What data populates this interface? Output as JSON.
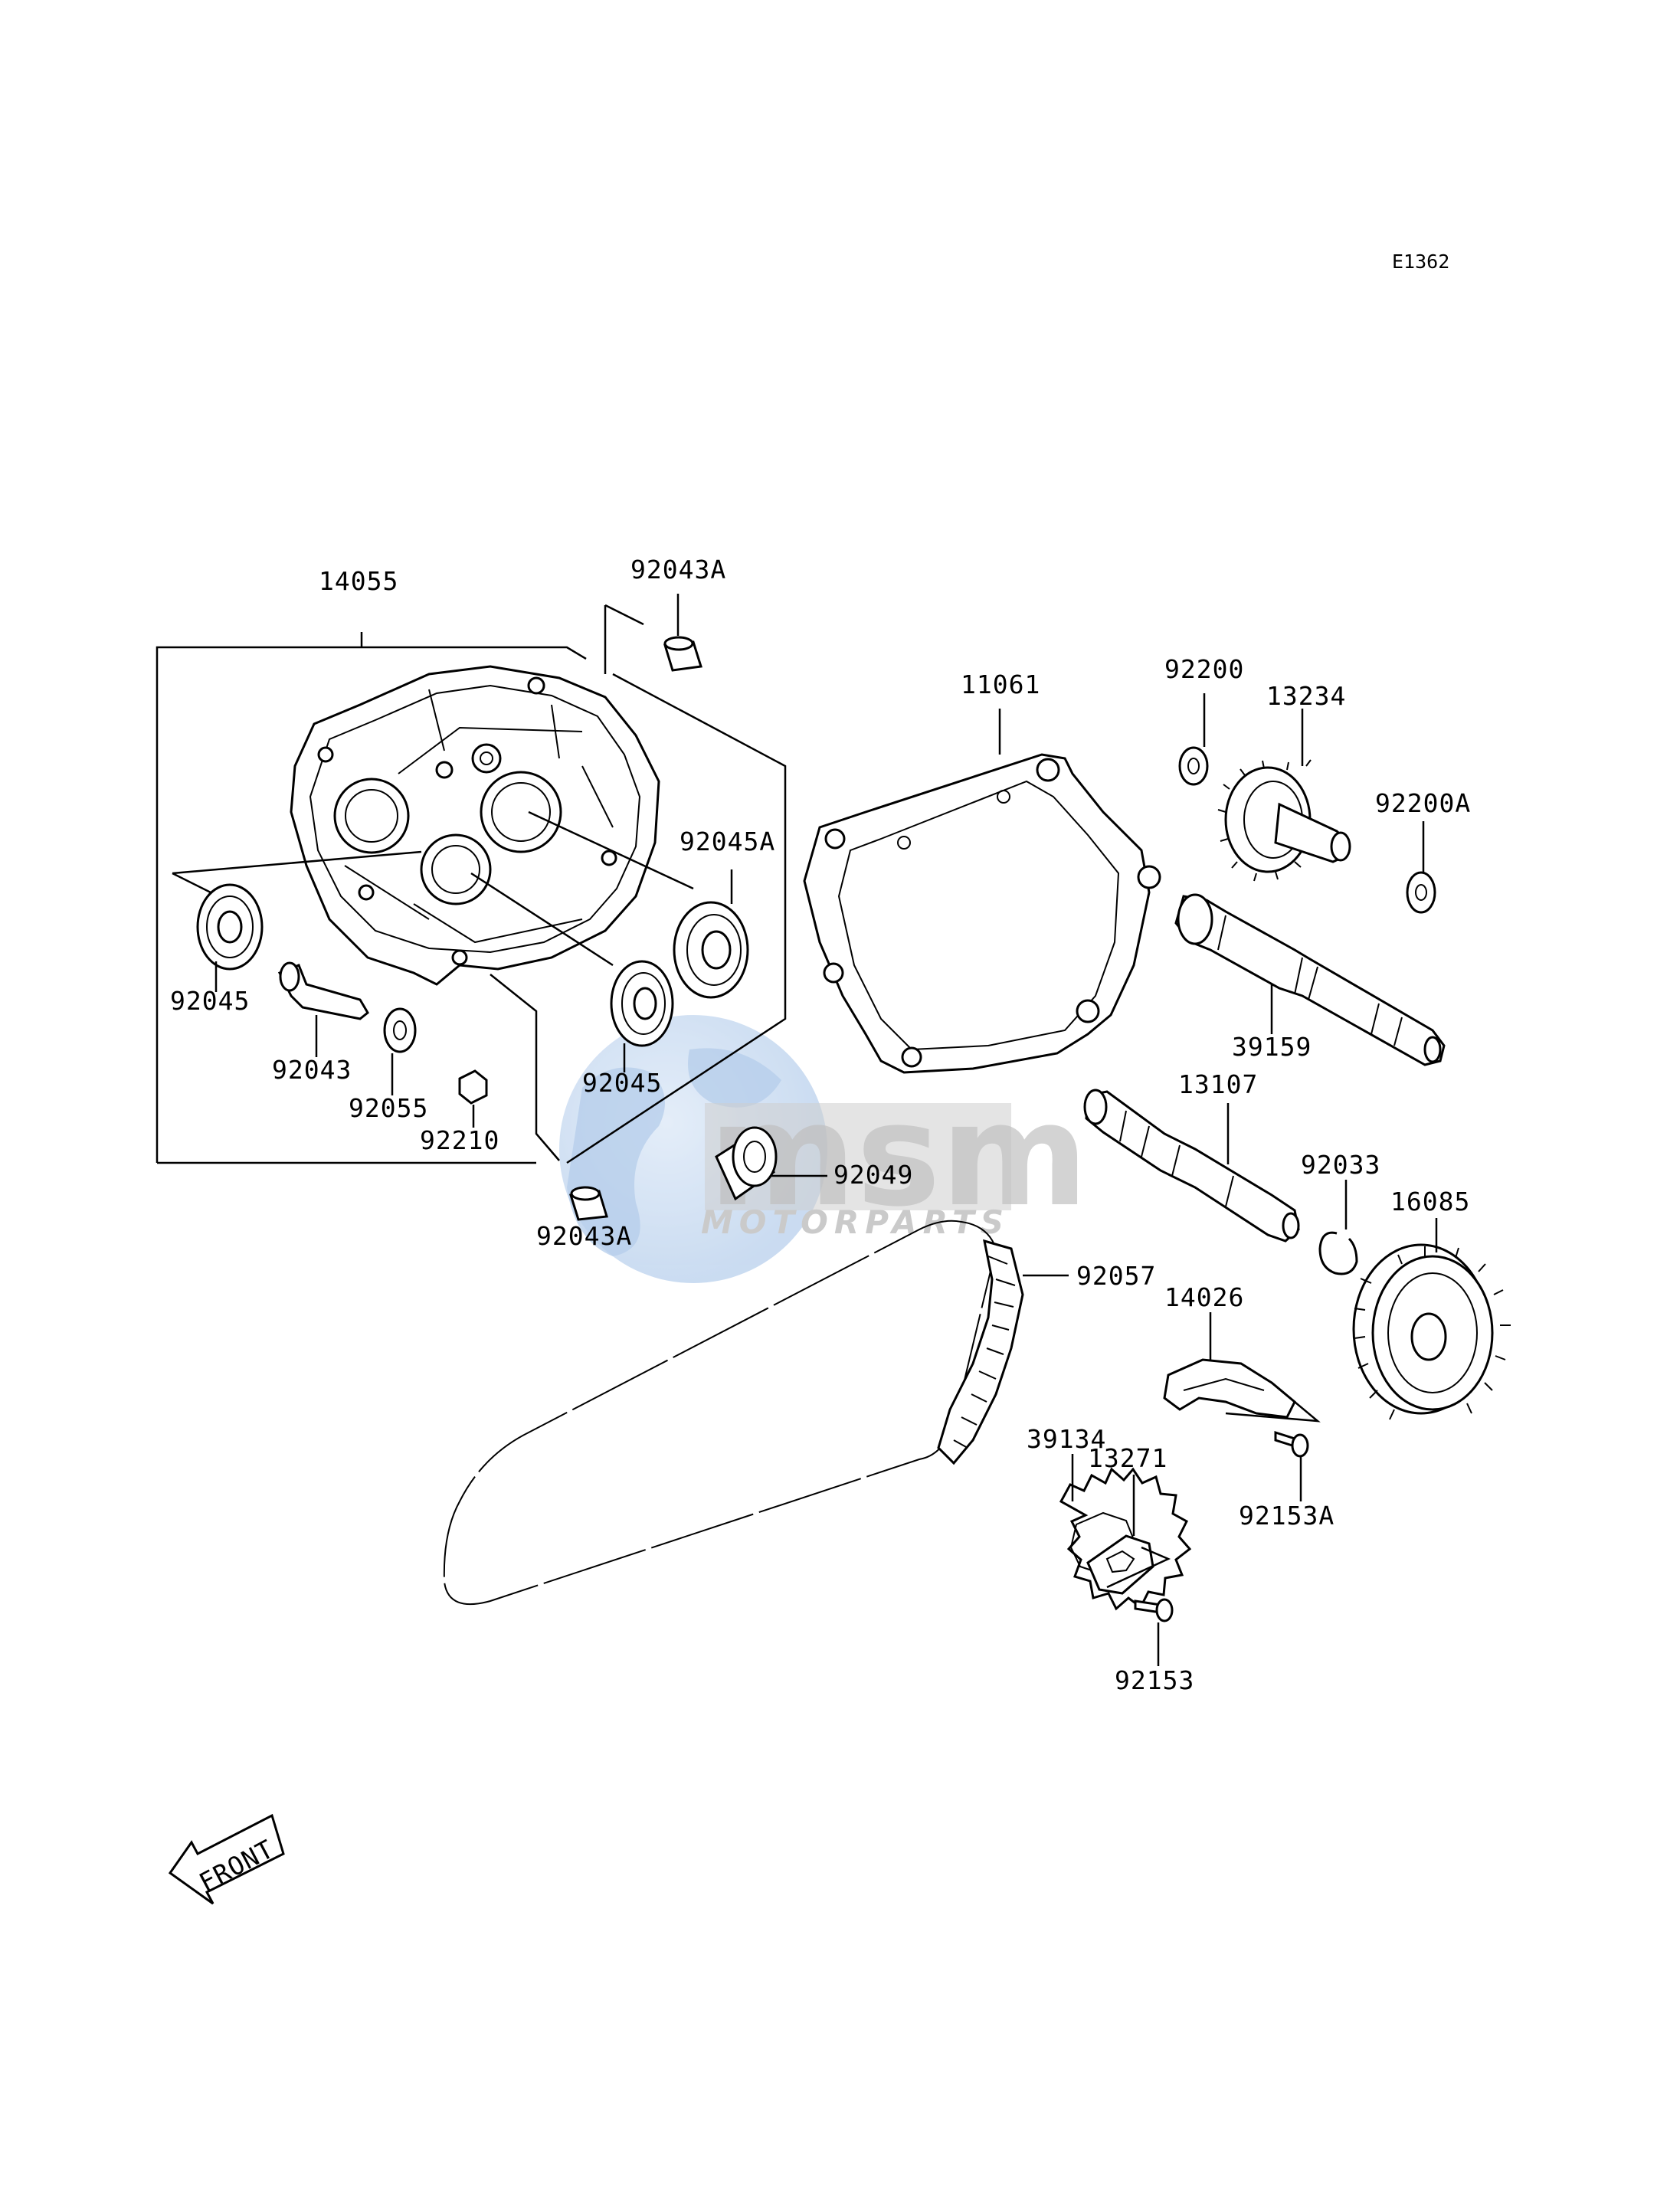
{
  "diagram": {
    "code": "E1362",
    "front_marker": "FRONT",
    "watermark": {
      "brand": "msm",
      "subtitle": "MOTORPARTS"
    },
    "callouts": [
      {
        "id": "14055",
        "text": "14055"
      },
      {
        "id": "92043A-top",
        "text": "92043A"
      },
      {
        "id": "11061",
        "text": "11061"
      },
      {
        "id": "92200",
        "text": "92200"
      },
      {
        "id": "13234",
        "text": "13234"
      },
      {
        "id": "92200A",
        "text": "92200A"
      },
      {
        "id": "92045A",
        "text": "92045A"
      },
      {
        "id": "92045-left",
        "text": "92045"
      },
      {
        "id": "92043",
        "text": "92043"
      },
      {
        "id": "92055",
        "text": "92055"
      },
      {
        "id": "92210",
        "text": "92210"
      },
      {
        "id": "92045-mid",
        "text": "92045"
      },
      {
        "id": "39159",
        "text": "39159"
      },
      {
        "id": "13107",
        "text": "13107"
      },
      {
        "id": "92033",
        "text": "92033"
      },
      {
        "id": "16085",
        "text": "16085"
      },
      {
        "id": "92049",
        "text": "92049"
      },
      {
        "id": "92043A-bottom",
        "text": "92043A"
      },
      {
        "id": "92057",
        "text": "92057"
      },
      {
        "id": "14026",
        "text": "14026"
      },
      {
        "id": "39134",
        "text": "39134"
      },
      {
        "id": "13271",
        "text": "13271"
      },
      {
        "id": "92153A",
        "text": "92153A"
      },
      {
        "id": "92153",
        "text": "92153"
      }
    ]
  }
}
